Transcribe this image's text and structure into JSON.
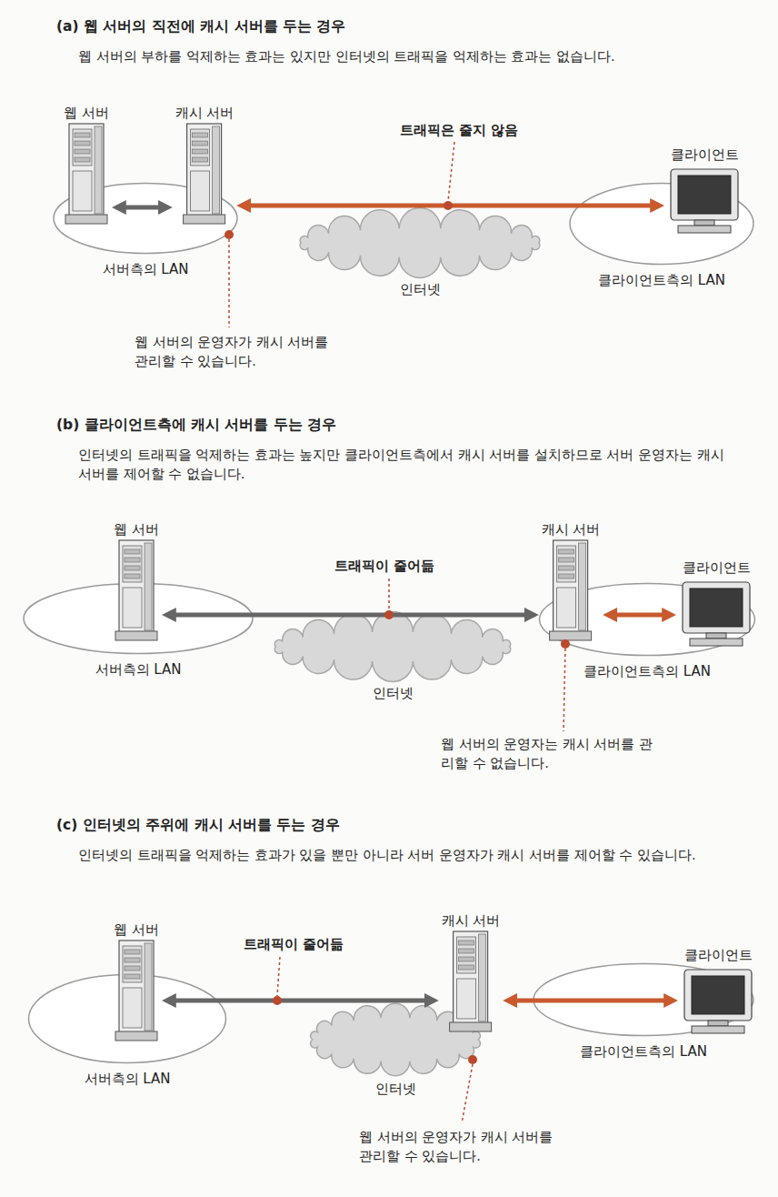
{
  "diagram": {
    "nodes": [
      {
        "text": [
          "웹 서버"
        ]
      },
      {
        "text": [
          "캐시 서버"
        ]
      },
      {
        "text": [
          "클라이언트"
        ]
      },
      {
        "text": [
          "서버측의 LAN"
        ]
      },
      {
        "text": [
          "인터넷"
        ]
      },
      {
        "text": [
          "클라이언트측의 LAN"
        ]
      },
      {
        "text": [
          "웹 서버"
        ]
      },
      {
        "text": [
          "캐시 서버"
        ]
      },
      {
        "text": [
          "클라이언트"
        ]
      },
      {
        "text": [
          "서버측의 LAN"
        ]
      },
      {
        "text": [
          "인터넷"
        ]
      },
      {
        "text": [
          "클라이언트측의 LAN"
        ]
      },
      {
        "text": [
          "웹 서버"
        ]
      },
      {
        "text": [
          "캐시 서버"
        ]
      },
      {
        "text": [
          "클라이언트"
        ]
      },
      {
        "text": [
          "서버측의 LAN"
        ]
      },
      {
        "text": [
          "인터넷"
        ]
      },
      {
        "text": [
          "클라이언트측의 LAN"
        ]
      }
    ],
    "edges": [
      {
        "from": 0,
        "to": 1,
        "arrow": "both"
      },
      {
        "from": 1,
        "to": 2,
        "arrow": "both"
      },
      {
        "from": 6,
        "to": 7,
        "arrow": "both"
      },
      {
        "from": 7,
        "to": 8,
        "arrow": "both"
      },
      {
        "from": 12,
        "to": 13,
        "arrow": "both"
      },
      {
        "from": 13,
        "to": 14,
        "arrow": "both"
      }
    ],
    "labels": [
      "(a) 웹 서버의 직전에 캐시 서버를 두는 경우",
      "웹 서버의 부하를 억제하는 효과는 있지만 인터넷의 트래픽을 억제하는 효과는 없습니다.",
      "트래픽은 줄지 않음",
      "웹 서버의 운영자가 캐시 서버를 관리할 수 있습니다.",
      "(b) 클라이언트측에 캐시 서버를 두는 경우",
      "인터넷의 트래픽을 억제하는 효과는 높지만 클라이언트측에서 캐시 서버를 설치하므로 서버 운영자는 캐시 서버를 제어할 수 없습니다.",
      "트래픽이 줄어듦",
      "웹 서버의 운영자는 캐시 서버를 관리할 수 없습니다.",
      "(c) 인터넷의 주위에 캐시 서버를 두는 경우",
      "인터넷의 트래픽을 억제하는 효과가 있을 뿐만 아니라 서버 운영자가 캐시 서버를 제어할 수 있습니다.",
      "트래픽이 줄어듦",
      "웹 서버의 운영자가 캐시 서버를 관리할 수 있습니다."
    ]
  }
}
